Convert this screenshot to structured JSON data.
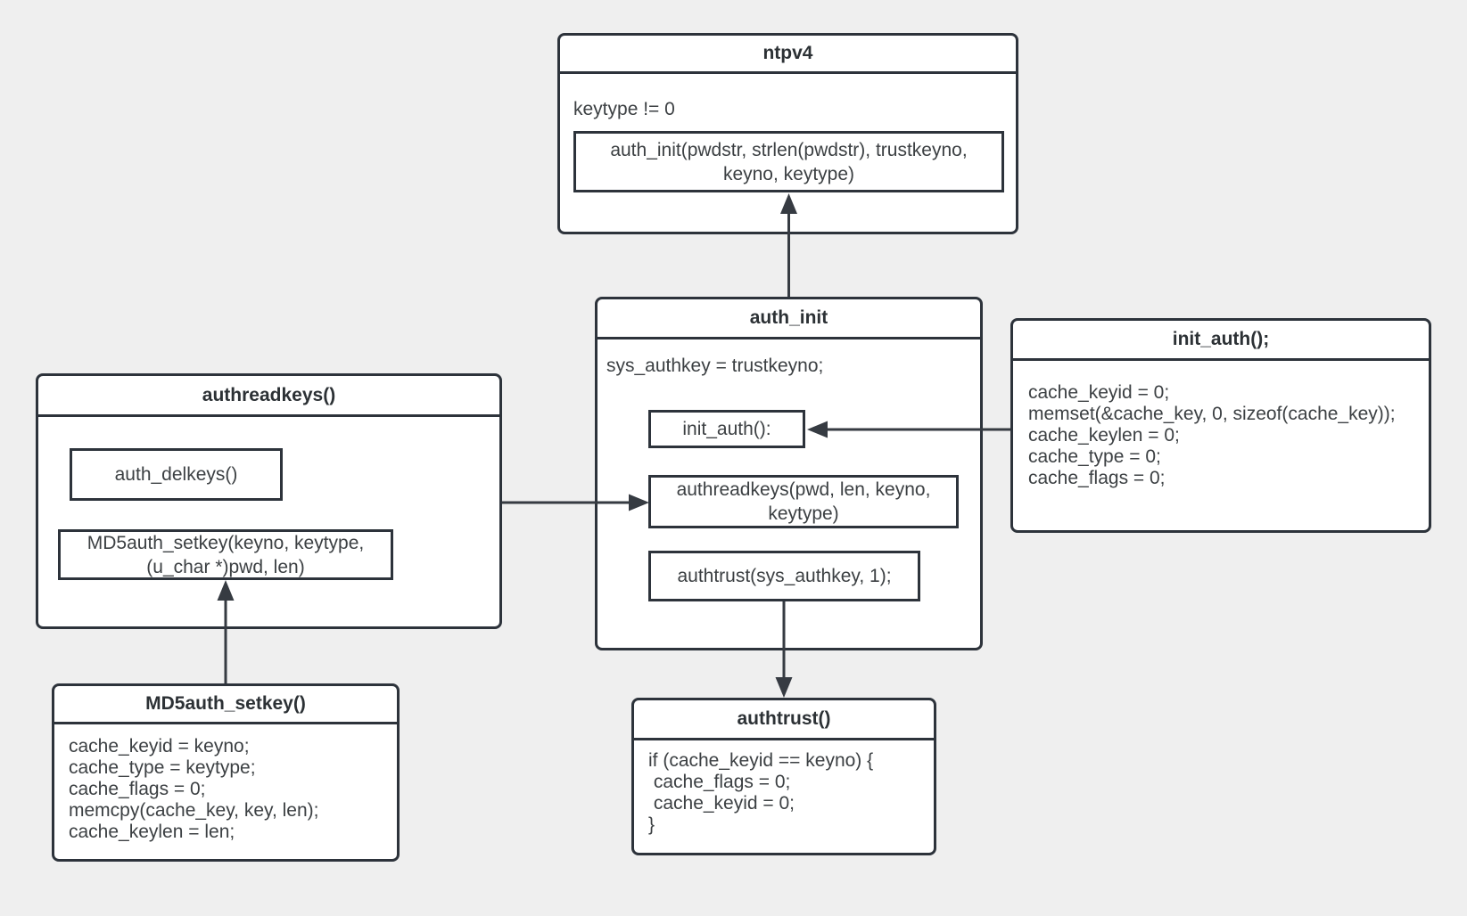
{
  "diagram": {
    "colors": {
      "background": "#efefef",
      "node_fill": "#ffffff",
      "border": "#2d333b",
      "text": "#3c4043",
      "arrow": "#363b42"
    },
    "nodes": {
      "ntpv4": {
        "title": "ntpv4",
        "condition": "keytype != 0",
        "call_lines": [
          "auth_init(pwdstr, strlen(pwdstr), trustkeyno,",
          "keyno, keytype)"
        ]
      },
      "auth_init": {
        "title": "auth_init",
        "statement": "sys_authkey = trustkeyno;",
        "call_init_auth": "init_auth():",
        "call_authreadkeys_lines": [
          "authreadkeys(pwd, len, keyno,",
          "keytype)"
        ],
        "call_authtrust": "authtrust(sys_authkey, 1);"
      },
      "init_auth": {
        "title": "init_auth();",
        "body_lines": [
          "cache_keyid = 0;",
          "memset(&cache_key, 0, sizeof(cache_key));",
          "cache_keylen = 0;",
          "cache_type = 0;",
          "cache_flags = 0;"
        ]
      },
      "authreadkeys": {
        "title": "authreadkeys()",
        "call_auth_delkeys": "auth_delkeys()",
        "call_md5auth_setkey_lines": [
          "MD5auth_setkey(keyno, keytype,",
          "(u_char *)pwd, len)"
        ]
      },
      "md5auth_setkey": {
        "title": "MD5auth_setkey()",
        "body_lines": [
          "cache_keyid = keyno;",
          "cache_type = keytype;",
          "cache_flags = 0;",
          "memcpy(cache_key, key, len);",
          "cache_keylen = len;"
        ]
      },
      "authtrust": {
        "title": "authtrust()",
        "body_lines": [
          "if (cache_keyid == keyno) {",
          " cache_flags = 0;",
          " cache_keyid = 0;",
          "}"
        ]
      }
    }
  }
}
